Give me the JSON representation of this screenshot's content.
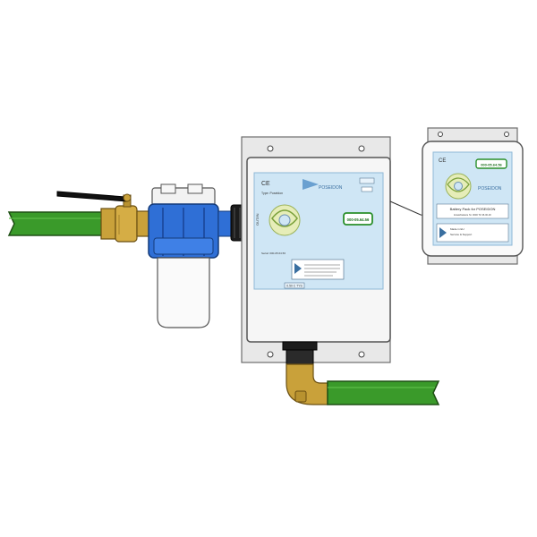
{
  "colors": {
    "hose": "#3a9a2a",
    "hose_edge": "#1e4f14",
    "brass": "#c9a13a",
    "filter_blue": "#2f6fd6",
    "panel_blue": "#cfe6f5",
    "display_green": "#2a8f2a",
    "steel": "#e6e6e6",
    "steel_edge": "#6d6d6d"
  },
  "main_unit": {
    "ce_mark": "CE",
    "brand": "POSEIDON",
    "display_text": "000-05.64.56",
    "side_label": "OUT/IN",
    "bottom_code": "0.50 C TYS",
    "small_line_1": "Type: Poseidon",
    "small_line_2": "Serial: 000-05.64.56"
  },
  "battery_pack": {
    "ce_mark": "CE",
    "display_text": "000-05.64.56",
    "brand": "POSEIDON",
    "title": "Battery Pack for POSEIDON",
    "subtitle": "Ersatzbatterie Nr. 0000 TZ 45-00-00",
    "info_line_1": "Made in EU",
    "info_line_2": "Service & Support"
  },
  "icons": [
    "valve-handle-icon",
    "water-filter-icon",
    "logo-icon"
  ]
}
